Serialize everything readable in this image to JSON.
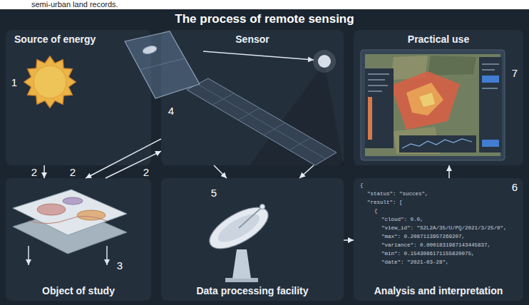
{
  "diagram": {
    "title": "The process of remote sensing",
    "nodes": [
      {
        "text": [
          "Source of energy"
        ]
      },
      {
        "text": [
          "Sensor"
        ]
      },
      {
        "text": [
          "Practical use"
        ]
      },
      {
        "text": [
          "Object of study"
        ]
      },
      {
        "text": [
          "Data processing facility"
        ]
      },
      {
        "text": [
          "Analysis and interpretation"
        ]
      }
    ],
    "edges": [
      {
        "from": 0,
        "to": 3,
        "arrow": "to"
      },
      {
        "from": 1,
        "to": 3,
        "arrow": "to"
      },
      {
        "from": 3,
        "to": 1,
        "arrow": "to"
      },
      {
        "from": 1,
        "to": 4,
        "arrow": "to"
      },
      {
        "from": 1,
        "to": 4,
        "arrow": "to"
      },
      {
        "from": 4,
        "to": 5,
        "arrow": "to"
      },
      {
        "from": 5,
        "to": 2,
        "arrow": "to"
      }
    ],
    "labels": [
      "semi-urban land records.",
      "1",
      "2",
      "2",
      "2",
      "3",
      "4",
      "5",
      "6",
      "7",
      "{",
      "\"status\": \"succes\",",
      "\"result\": [",
      "{",
      "\"cloud\": 0.0,",
      "\"view_id\": \"S2L2A/35/U/PQ/2021/3/25/0\",",
      "\"max\": 0.2087113957269207,",
      "\"variance\": 0.0001831987143445837,",
      "\"min\": 0.1543086171155820075,",
      "\"date\": \"2021-03-28\","
    ]
  }
}
